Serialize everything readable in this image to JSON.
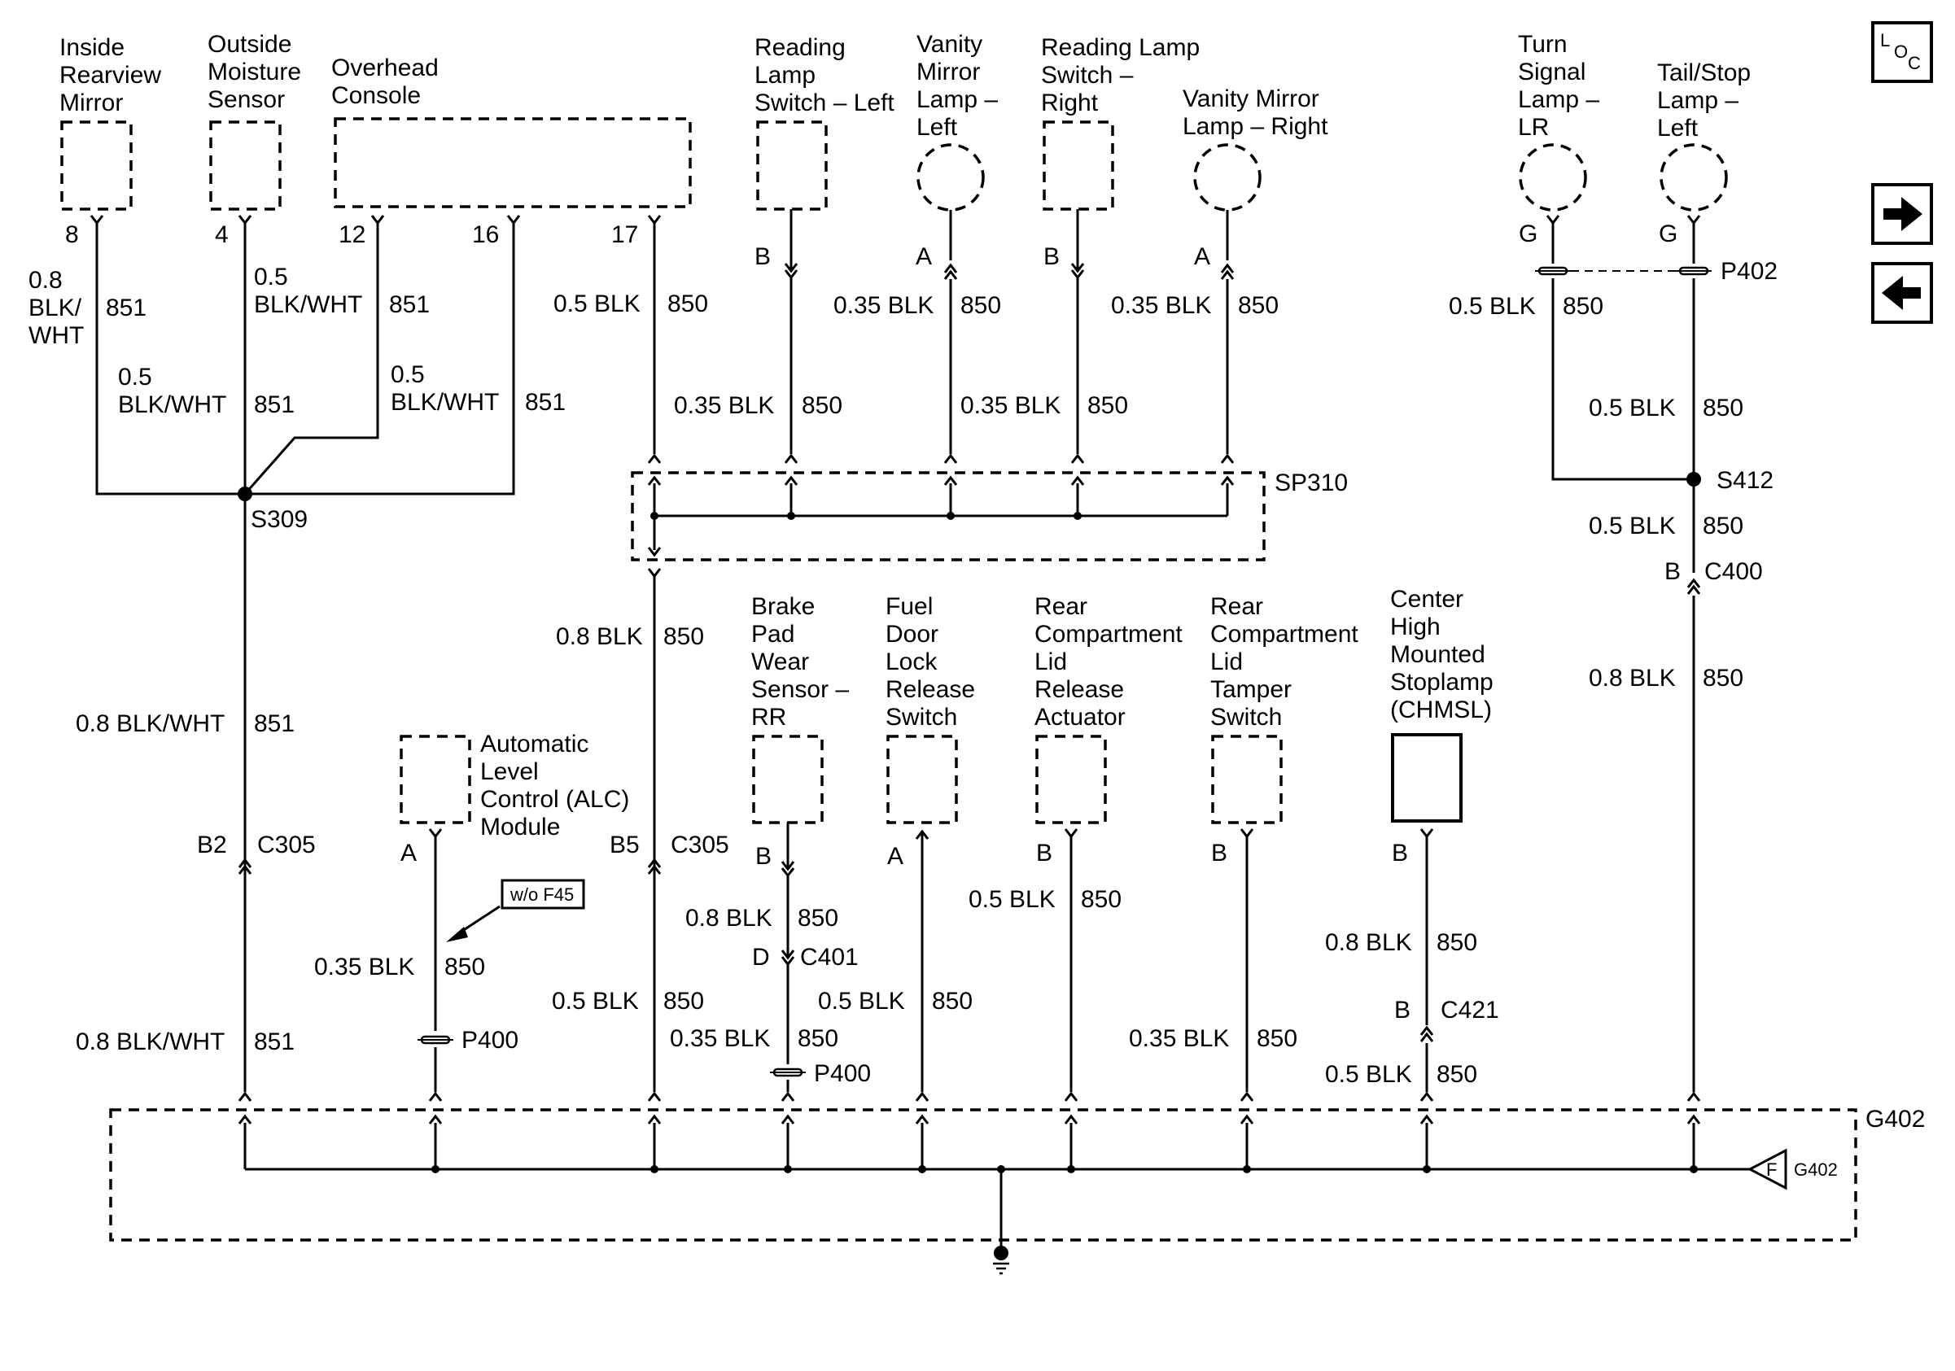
{
  "components": {
    "inside_mirror": [
      "Inside",
      "Rearview",
      "Mirror"
    ],
    "moisture_sensor": [
      "Outside",
      "Moisture",
      "Sensor"
    ],
    "overhead_console": [
      "Overhead",
      "Console"
    ],
    "reading_lamp_left": [
      "Reading",
      "Lamp",
      "Switch – Left"
    ],
    "vanity_lamp_left": [
      "Vanity",
      "Mirror",
      "Lamp –",
      "Left"
    ],
    "reading_lamp_right": [
      "Reading Lamp",
      "Switch –",
      "Right"
    ],
    "vanity_lamp_right": [
      "Vanity Mirror",
      "Lamp – Right"
    ],
    "turn_signal_lr": [
      "Turn",
      "Signal",
      "Lamp –",
      "LR"
    ],
    "tail_stop_left": [
      "Tail/Stop",
      "Lamp –",
      "Left"
    ],
    "alc_module": [
      "Automatic",
      "Level",
      "Control (ALC)",
      "Module"
    ],
    "brake_pad_sensor": [
      "Brake",
      "Pad",
      "Wear",
      "Sensor –",
      "RR"
    ],
    "fuel_door_switch": [
      "Fuel",
      "Door",
      "Lock",
      "Release",
      "Switch"
    ],
    "rear_lid_actuator": [
      "Rear",
      "Compartment",
      "Lid",
      "Release",
      "Actuator"
    ],
    "rear_lid_tamper": [
      "Rear",
      "Compartment",
      "Lid",
      "Tamper",
      "Switch"
    ],
    "chmsl": [
      "Center",
      "High",
      "Mounted",
      "Stoplamp",
      "(CHMSL)"
    ]
  },
  "pins": {
    "p8": "8",
    "p4": "4",
    "p12": "12",
    "p16": "16",
    "p17": "17",
    "pB": "B",
    "pA": "A",
    "pG": "G",
    "pB2": "B2",
    "pB5": "B5",
    "pD": "D"
  },
  "wires": {
    "w08": "0.8",
    "blk_slash": "BLK/",
    "wht": "WHT",
    "w05": "0.5",
    "blk_wht": "BLK/WHT",
    "c851": "851",
    "c850": "850",
    "b05": "0.5 BLK",
    "b035": "0.35 BLK",
    "b08": "0.8 BLK",
    "bw08": "0.8 BLK/WHT"
  },
  "connectors": {
    "s309": "S309",
    "sp310": "SP310",
    "s412": "S412",
    "p402": "P402",
    "c400": "C400",
    "c305": "C305",
    "p400": "P400",
    "c401": "C401",
    "c421": "C421",
    "g402": "G402",
    "g402_flag": "F",
    "g402_ref": "G402"
  },
  "notes": {
    "wo_f45": "w/o F45"
  },
  "nav": {
    "loc_l": "L",
    "loc_o": "O",
    "loc_c": "C",
    "next_glyph": "➡",
    "prev_glyph": "⬅",
    "icons": [
      "location-icon",
      "arrow-right-icon",
      "arrow-left-icon",
      "ground-icon"
    ]
  }
}
